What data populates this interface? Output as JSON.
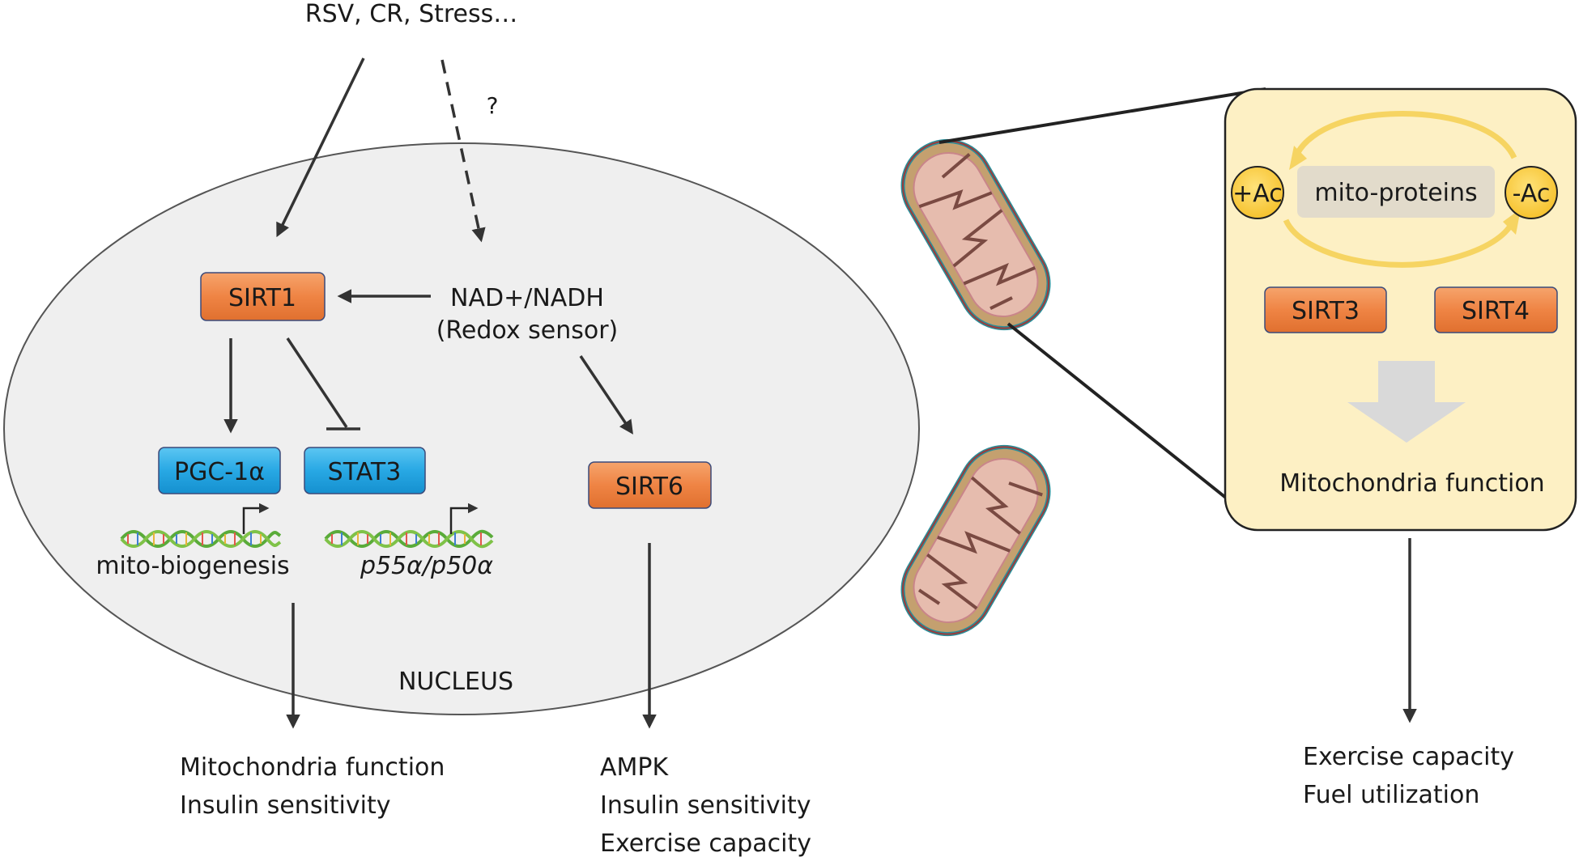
{
  "top": {
    "stimuli": "RSV, CR, Stress…",
    "unknown_mark": "?"
  },
  "nucleus": {
    "label": "NUCLEUS",
    "sirt1": "SIRT1",
    "nad_line1": "NAD+/NADH",
    "nad_line2": "(Redox sensor)",
    "pgc1a": "PGC-1α",
    "stat3": "STAT3",
    "sirt6": "SIRT6",
    "mito_biogenesis": "mito-biogenesis",
    "p55_p50": "p55α/p50α"
  },
  "outcomes_left": {
    "line1": "Mitochondria function",
    "line2": "Insulin sensitivity"
  },
  "outcomes_middle": {
    "line1": "AMPK",
    "line2": "Insulin sensitivity",
    "line3": "Exercise capacity"
  },
  "mito_panel": {
    "plus_ac": "+Ac",
    "minus_ac": "-Ac",
    "mito_proteins": "mito-proteins",
    "sirt3": "SIRT3",
    "sirt4": "SIRT4",
    "function_label": "Mitochondria function"
  },
  "outcomes_right": {
    "line1": "Exercise capacity",
    "line2": "Fuel utilization"
  },
  "colors": {
    "sirt_box": "#f08a4b",
    "transcription_box": "#29a9e6",
    "nucleus_fill": "#efefef",
    "panel_fill": "#fdf0c4",
    "arrow": "#333333"
  }
}
